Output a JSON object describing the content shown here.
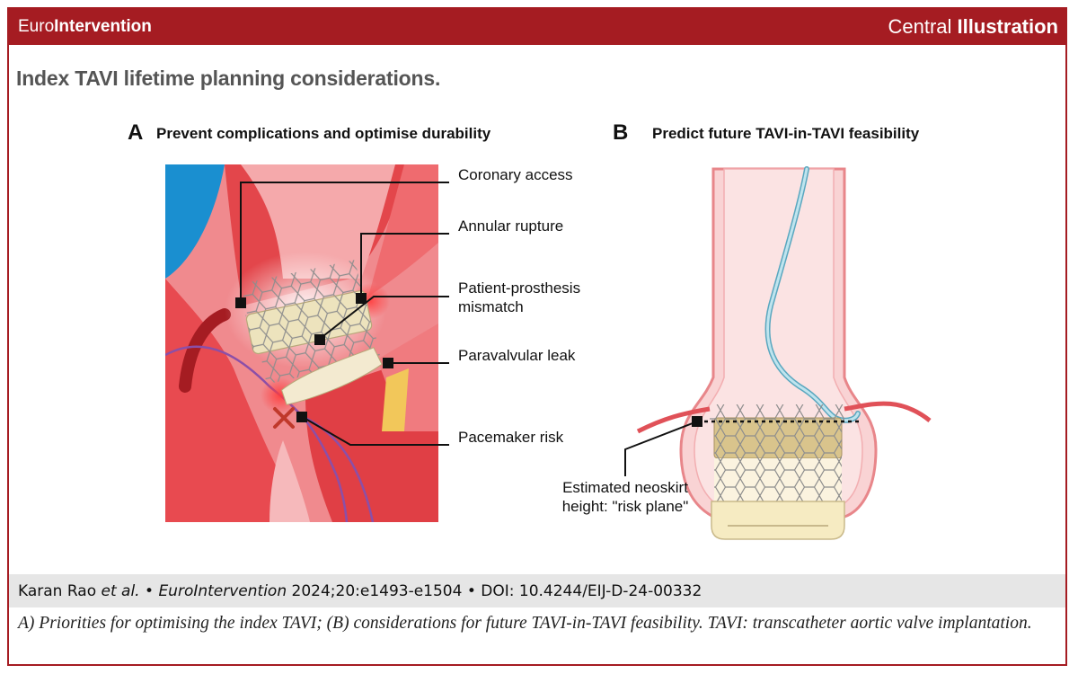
{
  "header": {
    "brand_prefix": "Euro",
    "brand_suffix": "Intervention",
    "central_prefix": "Central",
    "central_suffix": "Illustration"
  },
  "title": "Index TAVI lifetime planning considerations.",
  "panel_a": {
    "letter": "A",
    "title": "Prevent complications and optimise durability",
    "labels": {
      "coronary_access": "Coronary access",
      "annular_rupture": "Annular rupture",
      "ppm_line1": "Patient-prosthesis",
      "ppm_line2": "mismatch",
      "paravalvular_leak": "Paravalvular leak",
      "pacemaker_risk": "Pacemaker risk"
    }
  },
  "panel_b": {
    "letter": "B",
    "title": "Predict future TAVI-in-TAVI feasibility",
    "label_line1": "Estimated neoskirt",
    "label_line2": "height: \"risk plane\""
  },
  "citation": {
    "authors": "Karan Rao ",
    "etal": "et al.",
    "sep1": " • ",
    "journal": "EuroIntervention",
    "ref": " 2024;20:e1493-e1504 • DOI: 10.4244/EIJ-D-24-00332"
  },
  "caption": "A) Priorities for optimising the index TAVI; (B) considerations for future TAVI-in-TAVI feasibility. TAVI: transcatheter aortic valve implantation.",
  "colors": {
    "brand_red": "#a51c22",
    "tissue_red": "#e5484d",
    "pale_pink": "#f7c9c9",
    "valve_cream": "#efe3b8",
    "wire_blue": "#9ccfdc"
  }
}
